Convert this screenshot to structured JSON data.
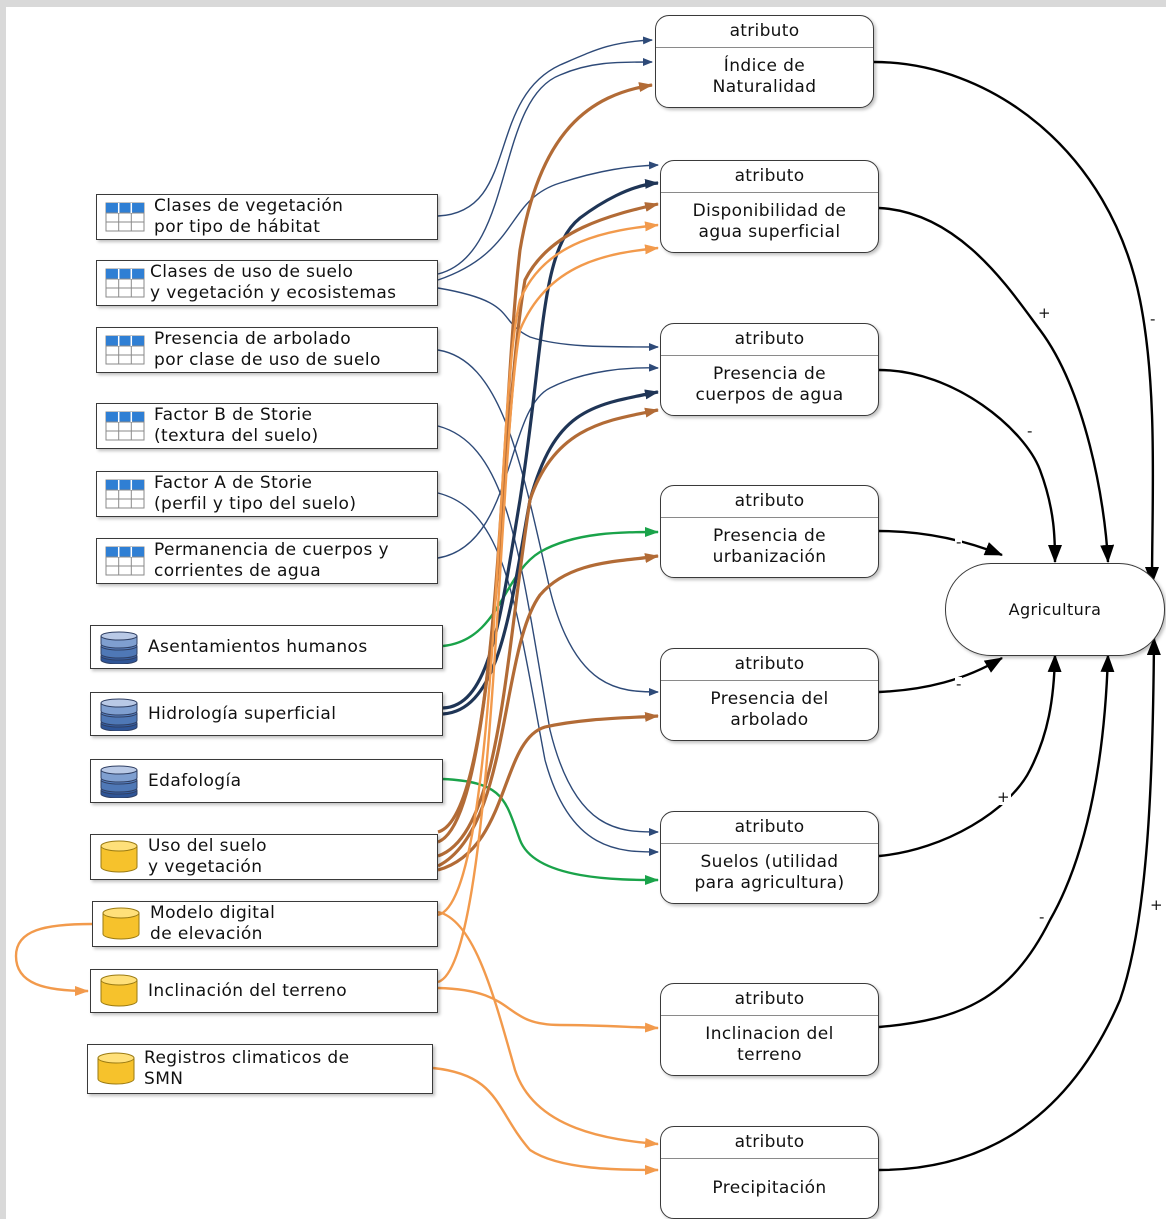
{
  "sources": [
    {
      "id": "veg_habitat",
      "label": "Clases de vegetación\npor tipo de hábitat",
      "icon": "table-icon"
    },
    {
      "id": "uso_veg_eco",
      "label": "Clases de uso de suelo\ny vegetación y ecosistemas",
      "icon": "table-icon"
    },
    {
      "id": "arbolado",
      "label": "Presencia de arbolado\npor clase de uso de suelo",
      "icon": "table-icon"
    },
    {
      "id": "storie_b",
      "label": "Factor B de Storie\n(textura del suelo)",
      "icon": "table-icon"
    },
    {
      "id": "storie_a",
      "label": "Factor A de Storie\n(perfil y tipo del suelo)",
      "icon": "table-icon"
    },
    {
      "id": "permanencia",
      "label": "Permanencia de cuerpos y\ncorrientes de agua",
      "icon": "table-icon"
    },
    {
      "id": "asentamientos",
      "label": "Asentamientos humanos",
      "icon": "layers-icon"
    },
    {
      "id": "hidrologia",
      "label": "Hidrología superficial",
      "icon": "layers-icon"
    },
    {
      "id": "edafologia",
      "label": "Edafología",
      "icon": "layers-icon"
    },
    {
      "id": "uso_suelo",
      "label": "Uso del suelo\ny vegetación",
      "icon": "database-icon"
    },
    {
      "id": "mde",
      "label": "Modelo digital\nde elevación",
      "icon": "database-icon"
    },
    {
      "id": "inclinacion_src",
      "label": "Inclinación del terreno",
      "icon": "database-icon"
    },
    {
      "id": "smn",
      "label": "Registros climaticos de\nSMN",
      "icon": "database-icon"
    }
  ],
  "attributes": [
    {
      "id": "naturalidad",
      "header": "atributo",
      "label": "Índice de\nNaturalidad",
      "sign": "-"
    },
    {
      "id": "agua_sup",
      "header": "atributo",
      "label": "Disponibilidad de\nagua superficial",
      "sign": "+"
    },
    {
      "id": "cuerpos",
      "header": "atributo",
      "label": "Presencia de\ncuerpos de agua",
      "sign": "-"
    },
    {
      "id": "urbanizacion",
      "header": "atributo",
      "label": "Presencia de\nurbanización",
      "sign": "-"
    },
    {
      "id": "arbolado_attr",
      "header": "atributo",
      "label": "Presencia del\narbolado",
      "sign": "-"
    },
    {
      "id": "suelos",
      "header": "atributo",
      "label": "Suelos (utilidad\npara agricultura)",
      "sign": "+"
    },
    {
      "id": "inclinacion",
      "header": "atributo",
      "label": "Inclinacion del\nterreno",
      "sign": "-"
    },
    {
      "id": "precipitacion",
      "header": "atributo",
      "label": "Precipitación",
      "sign": "+"
    }
  ],
  "target": {
    "label": "Agricultura"
  },
  "colors": {
    "table_link": "#2e4a78",
    "hydro_link": "#1f3556",
    "green_link": "#1aa34a",
    "brown_link": "#b26b36",
    "orange_link": "#f29a4c",
    "result_link": "#000000",
    "table_icon_blue": "#2f7fd4",
    "layers_icon_blue": "#4f78b6",
    "db_icon_yellow": "#f6c22c"
  },
  "edges": [
    {
      "from": "veg_habitat",
      "to": "naturalidad",
      "color": "table_link"
    },
    {
      "from": "uso_veg_eco",
      "to": "naturalidad",
      "color": "table_link"
    },
    {
      "from": "uso_veg_eco",
      "to": "agua_sup",
      "color": "table_link"
    },
    {
      "from": "uso_veg_eco",
      "to": "cuerpos",
      "color": "table_link"
    },
    {
      "from": "arbolado",
      "to": "arbolado_attr",
      "color": "table_link"
    },
    {
      "from": "storie_b",
      "to": "suelos",
      "color": "table_link"
    },
    {
      "from": "storie_a",
      "to": "suelos",
      "color": "table_link"
    },
    {
      "from": "permanencia",
      "to": "cuerpos",
      "color": "table_link"
    },
    {
      "from": "asentamientos",
      "to": "urbanizacion",
      "color": "green_link"
    },
    {
      "from": "hidrologia",
      "to": "agua_sup",
      "color": "hydro_link"
    },
    {
      "from": "hidrologia",
      "to": "cuerpos",
      "color": "hydro_link"
    },
    {
      "from": "edafologia",
      "to": "suelos",
      "color": "green_link"
    },
    {
      "from": "uso_suelo",
      "to": "naturalidad",
      "color": "brown_link"
    },
    {
      "from": "uso_suelo",
      "to": "agua_sup",
      "color": "brown_link"
    },
    {
      "from": "uso_suelo",
      "to": "cuerpos",
      "color": "brown_link"
    },
    {
      "from": "uso_suelo",
      "to": "urbanizacion",
      "color": "brown_link"
    },
    {
      "from": "uso_suelo",
      "to": "arbolado_attr",
      "color": "brown_link"
    },
    {
      "from": "mde",
      "to": "agua_sup",
      "color": "orange_link"
    },
    {
      "from": "mde",
      "to": "inclinacion_src",
      "color": "orange_link"
    },
    {
      "from": "mde",
      "to": "precipitacion",
      "color": "orange_link"
    },
    {
      "from": "inclinacion_src",
      "to": "agua_sup",
      "color": "orange_link"
    },
    {
      "from": "inclinacion_src",
      "to": "inclinacion",
      "color": "orange_link"
    },
    {
      "from": "smn",
      "to": "precipitacion",
      "color": "orange_link"
    }
  ]
}
